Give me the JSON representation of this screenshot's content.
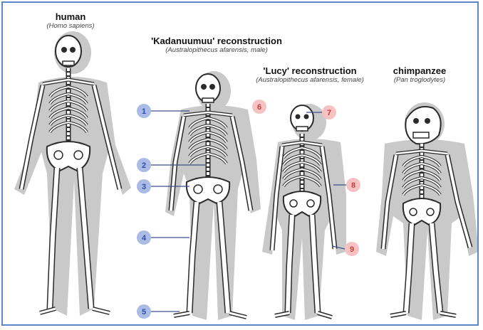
{
  "labels": {
    "human": {
      "title": "human",
      "subtitle": "(Homo sapiens)"
    },
    "kadanuumuu": {
      "title": "'Kadanuumuu' reconstruction",
      "subtitle": "(Australopithecus afarensis, male)"
    },
    "lucy": {
      "title": "'Lucy' reconstruction",
      "subtitle": "(Australopithecus afarensis, female)"
    },
    "chimp": {
      "title": "chimpanzee",
      "subtitle": "(Pan troglodytes)"
    }
  },
  "callouts": [
    {
      "num": "1",
      "color": "blue"
    },
    {
      "num": "2",
      "color": "blue"
    },
    {
      "num": "3",
      "color": "blue"
    },
    {
      "num": "4",
      "color": "blue"
    },
    {
      "num": "5",
      "color": "blue"
    },
    {
      "num": "6",
      "color": "red"
    },
    {
      "num": "7",
      "color": "red"
    },
    {
      "num": "8",
      "color": "red"
    },
    {
      "num": "9",
      "color": "red"
    }
  ],
  "colors": {
    "blue_fill": "#aabbe6",
    "blue_text": "#2c4fa8",
    "red_fill": "#f6c2c2",
    "red_text": "#c83c3c",
    "shadow": "#c9c9c9",
    "bone": "#ffffff",
    "outline": "#2a2a2a",
    "frame": "#5b86c8"
  }
}
